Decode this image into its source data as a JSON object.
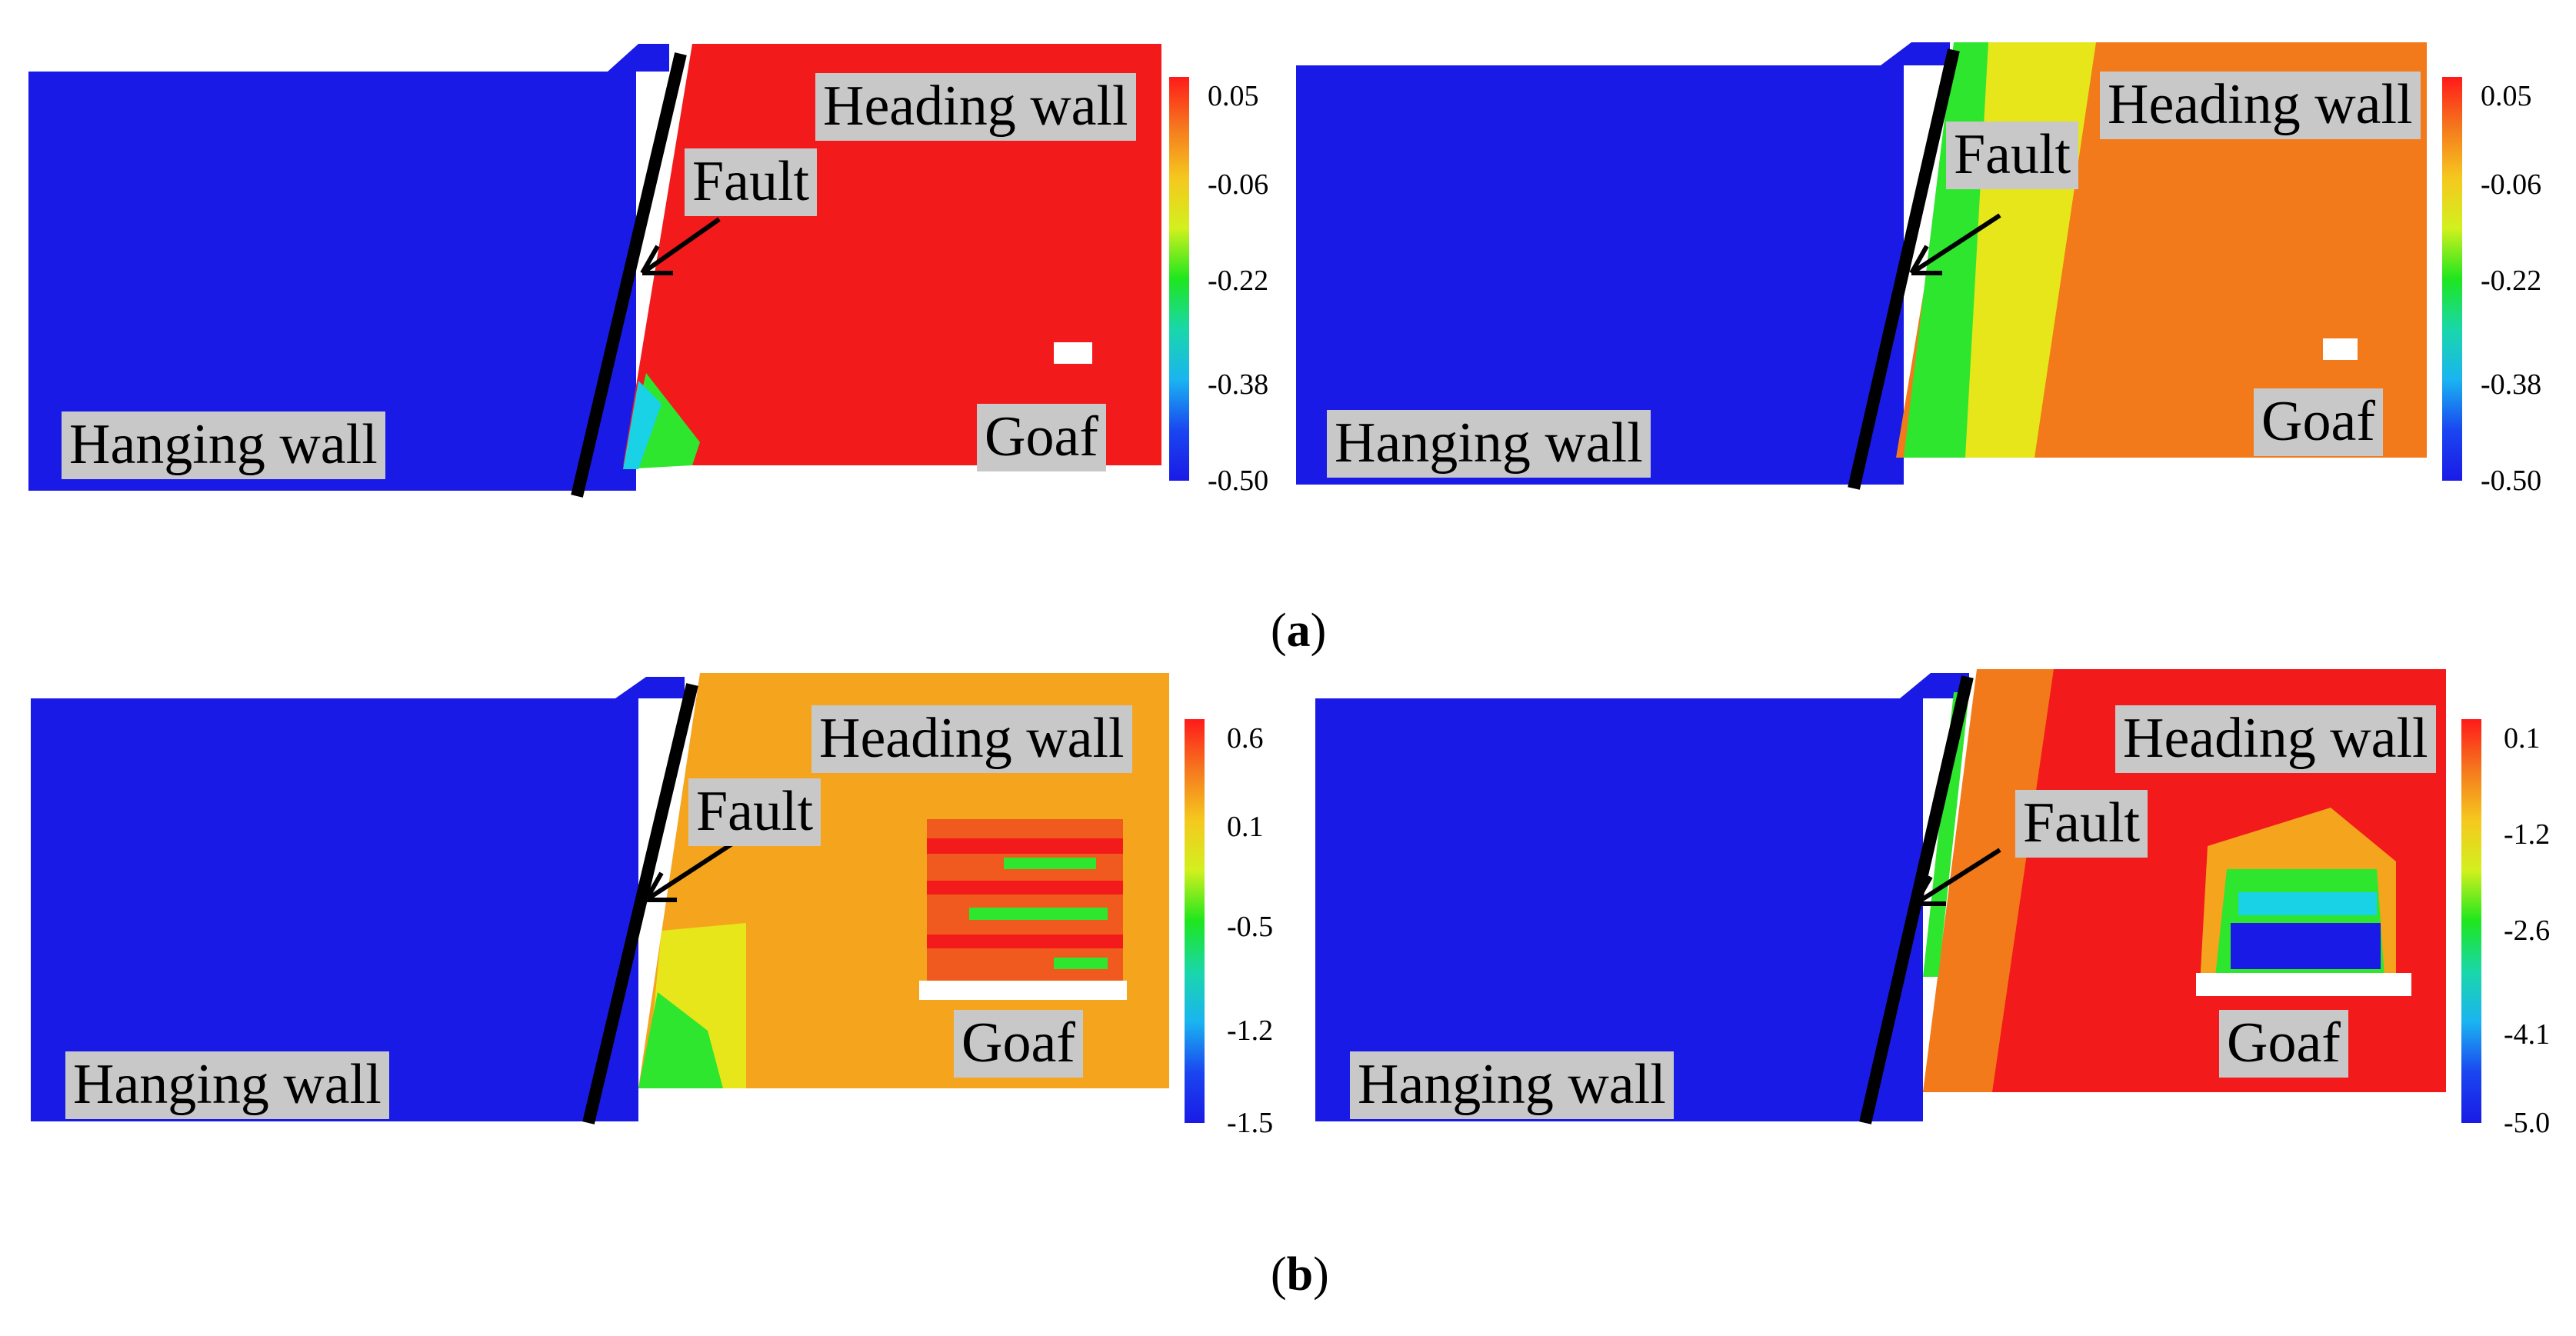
{
  "labels": {
    "hanging_wall": "Hanging wall",
    "heading_wall": "Heading wall",
    "fault": "Fault",
    "goaf": "Goaf"
  },
  "captions": {
    "a": "a",
    "b": "b"
  },
  "colors": {
    "blue": "#1a1ae6",
    "red": "#f21a1a",
    "orange": "#f27a1a",
    "amber": "#f5a41e",
    "yellow": "#e6e61a",
    "green": "#2ee62e",
    "cyan": "#1ad2e6",
    "fault_line": "#000000"
  },
  "colorbar_gradient": [
    "#ff1a1a",
    "#f5781e",
    "#f5c81e",
    "#d2f01e",
    "#1ee61e",
    "#1ad7aa",
    "#1ab4f0",
    "#1a46f0",
    "#1a1ae6"
  ],
  "colorbars": [
    {
      "ticks": [
        "0.05",
        "-0.06",
        "-0.22",
        "-0.38",
        "-0.50"
      ]
    },
    {
      "ticks": [
        "0.05",
        "-0.06",
        "-0.22",
        "-0.38",
        "-0.50"
      ]
    },
    {
      "ticks": [
        "0.6",
        "0.1",
        "-0.5",
        "-1.2",
        "-1.5"
      ]
    },
    {
      "ticks": [
        "0.1",
        "-1.2",
        "-2.6",
        "-4.1",
        "-5.0"
      ]
    }
  ]
}
